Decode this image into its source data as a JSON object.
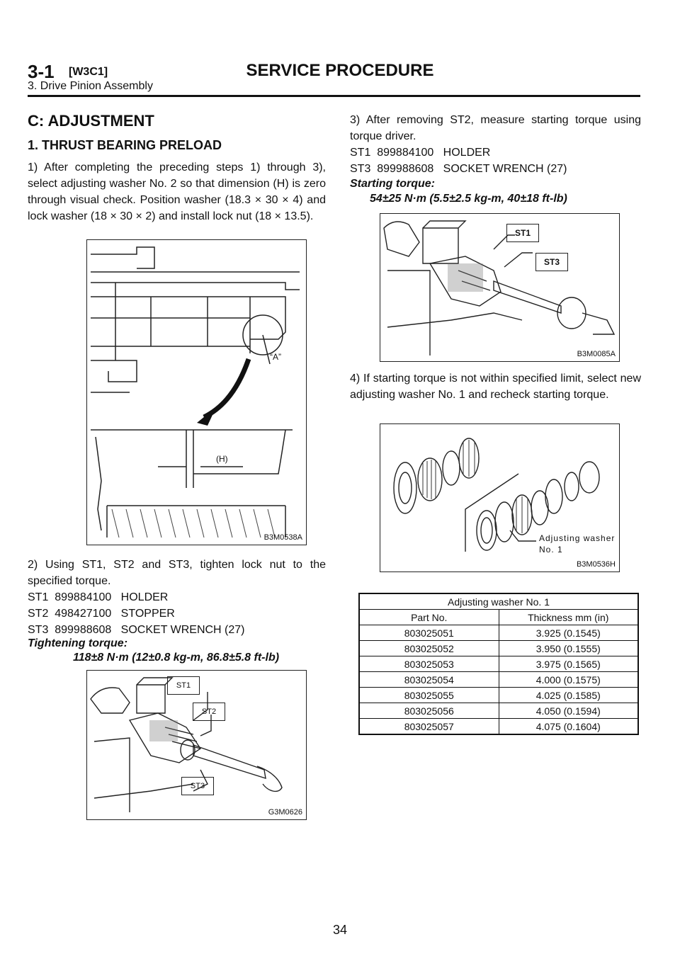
{
  "header": {
    "section": "3-1",
    "code": "[W3C1]",
    "title": "SERVICE PROCEDURE",
    "subtitle": "3. Drive Pinion Assembly"
  },
  "left": {
    "heading": "C: ADJUSTMENT",
    "subheading": "1. THRUST BEARING PRELOAD",
    "step1": "1) After completing the preceding steps 1) through 3), select adjusting washer No. 2 so that dimension (H) is zero through visual check. Position washer (18.3 × 30 × 4) and lock washer (18 × 30 × 2) and install lock nut (18 × 13.5).",
    "fig1": {
      "caption": "B3M0538A",
      "label_a": "“A”",
      "label_h": "(H)"
    },
    "step2": "2) Using ST1, ST2 and ST3, tighten lock nut to the specified torque.",
    "tools": [
      {
        "id": "ST1",
        "num": "899884100",
        "name": "HOLDER"
      },
      {
        "id": "ST2",
        "num": "498427100",
        "name": "STOPPER"
      },
      {
        "id": "ST3",
        "num": "899988608",
        "name": "SOCKET WRENCH (27)"
      }
    ],
    "torque_label": "Tightening torque:",
    "torque_value": "118±8 N·m (12±0.8 kg-m, 86.8±5.8 ft-lb)",
    "fig2": {
      "caption": "G3M0626",
      "st1": "ST1",
      "st2": "ST2",
      "st3": "ST3"
    }
  },
  "right": {
    "step3": "3) After removing ST2, measure starting torque using torque driver.",
    "tools": [
      {
        "id": "ST1",
        "num": "899884100",
        "name": "HOLDER"
      },
      {
        "id": "ST3",
        "num": "899988608",
        "name": "SOCKET WRENCH (27)"
      }
    ],
    "torque_label": "Starting torque:",
    "torque_value": "54±25 N·m (5.5±2.5 kg-m, 40±18 ft-lb)",
    "fig3": {
      "caption": "B3M0085A",
      "st1": "ST1",
      "st3": "ST3"
    },
    "step4": "4) If starting torque is not within specified limit, select new adjusting washer No. 1 and recheck starting torque.",
    "fig4": {
      "caption": "B3M0536H",
      "label1": "Adjusting washer",
      "label2": "No. 1"
    },
    "table": {
      "title": "Adjusting washer No. 1",
      "headers": [
        "Part No.",
        "Thickness mm (in)"
      ],
      "rows": [
        [
          "803025051",
          "3.925 (0.1545)"
        ],
        [
          "803025052",
          "3.950 (0.1555)"
        ],
        [
          "803025053",
          "3.975 (0.1565)"
        ],
        [
          "803025054",
          "4.000 (0.1575)"
        ],
        [
          "803025055",
          "4.025 (0.1585)"
        ],
        [
          "803025056",
          "4.050 (0.1594)"
        ],
        [
          "803025057",
          "4.075 (0.1604)"
        ]
      ]
    }
  },
  "page_number": "34"
}
